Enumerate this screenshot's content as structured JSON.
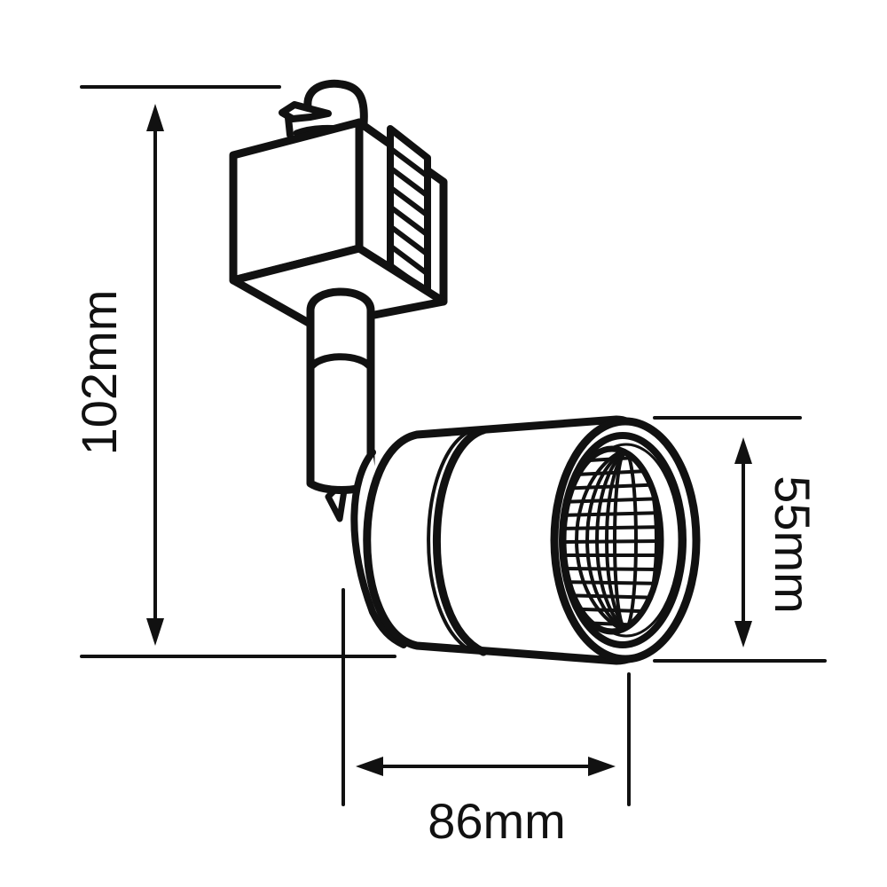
{
  "figure": {
    "type": "technical dimension drawing",
    "subject": "LED track spotlight",
    "line_color": "#111111",
    "background": "#ffffff"
  },
  "dimensions": {
    "height": {
      "label": "102mm",
      "orientation": "vertical",
      "position": "left"
    },
    "diameter": {
      "label": "55mm",
      "orientation": "vertical",
      "position": "right"
    },
    "length": {
      "label": "86mm",
      "orientation": "horizontal",
      "position": "bottom"
    }
  },
  "parts": {
    "track_adapter": "track-adapter-box",
    "stem": "swivel-stem",
    "housing": "cylindrical-housing",
    "lens": "honeycomb-reflector-lens"
  }
}
